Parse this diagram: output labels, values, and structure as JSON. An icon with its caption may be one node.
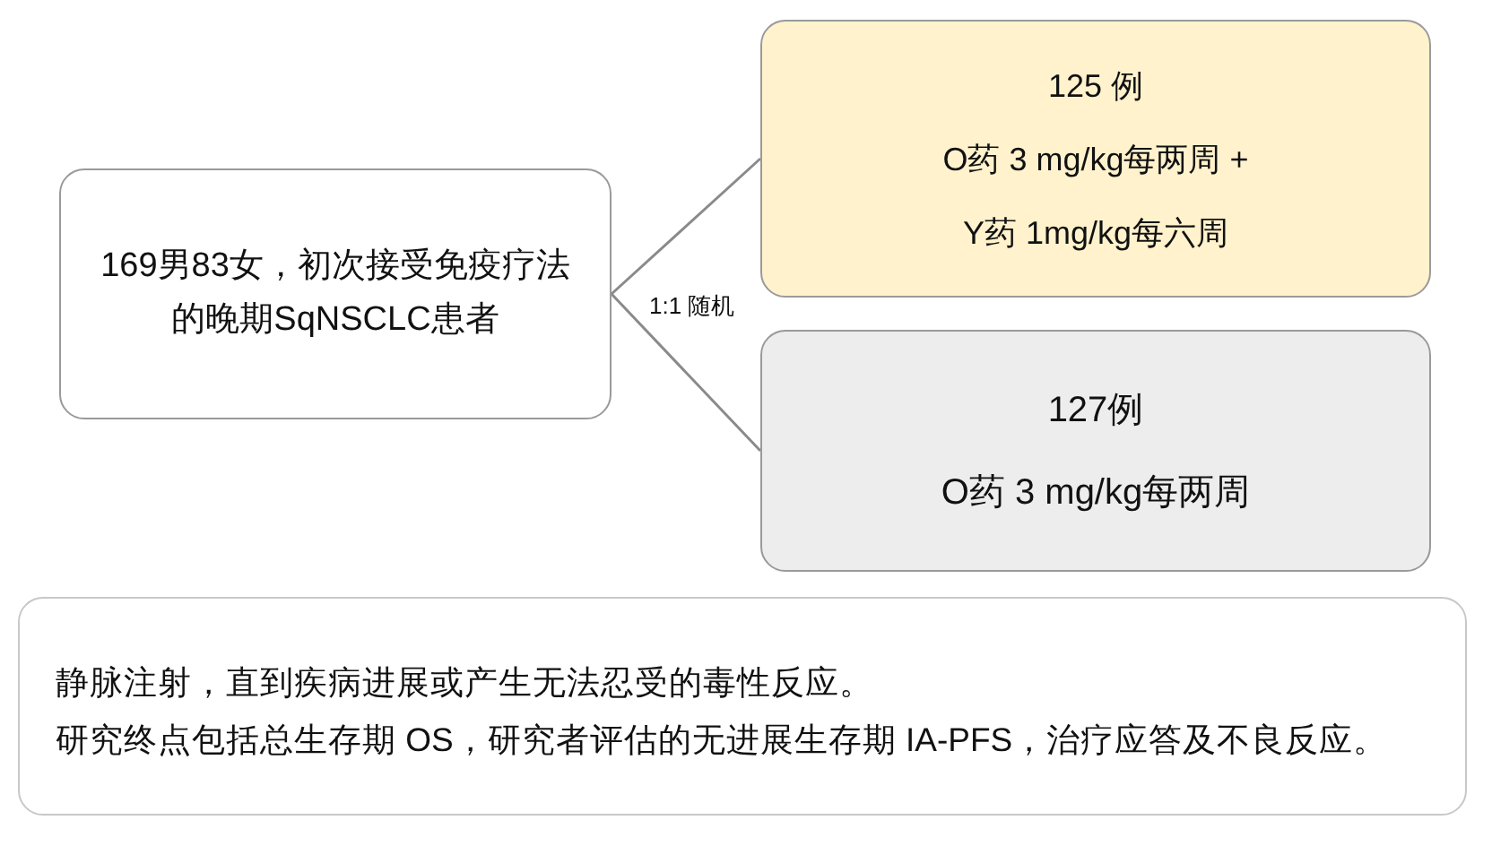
{
  "diagram": {
    "nodes": [
      {
        "text": [
          "169男83女，初次接受免疫疗法的晚期SqNSCLC患者"
        ]
      },
      {
        "text": [
          "125 例",
          "O药 3 mg/kg每两周 +",
          "Y药 1mg/kg每六周"
        ]
      },
      {
        "text": [
          "127例",
          "O药 3 mg/kg每两周"
        ]
      },
      {
        "text": [
          "静脉注射，直到疾病进展或产生无法忍受的毒性反应。",
          "研究终点包括总生存期 OS，研究者评估的无进展生存期 IA-PFS，治疗应答及不良反应。"
        ]
      }
    ],
    "edges": [
      {
        "from": 0,
        "to": 1,
        "arrow": "none"
      },
      {
        "from": 0,
        "to": 2,
        "arrow": "none"
      }
    ],
    "labels": [
      "1:1 随机"
    ]
  }
}
